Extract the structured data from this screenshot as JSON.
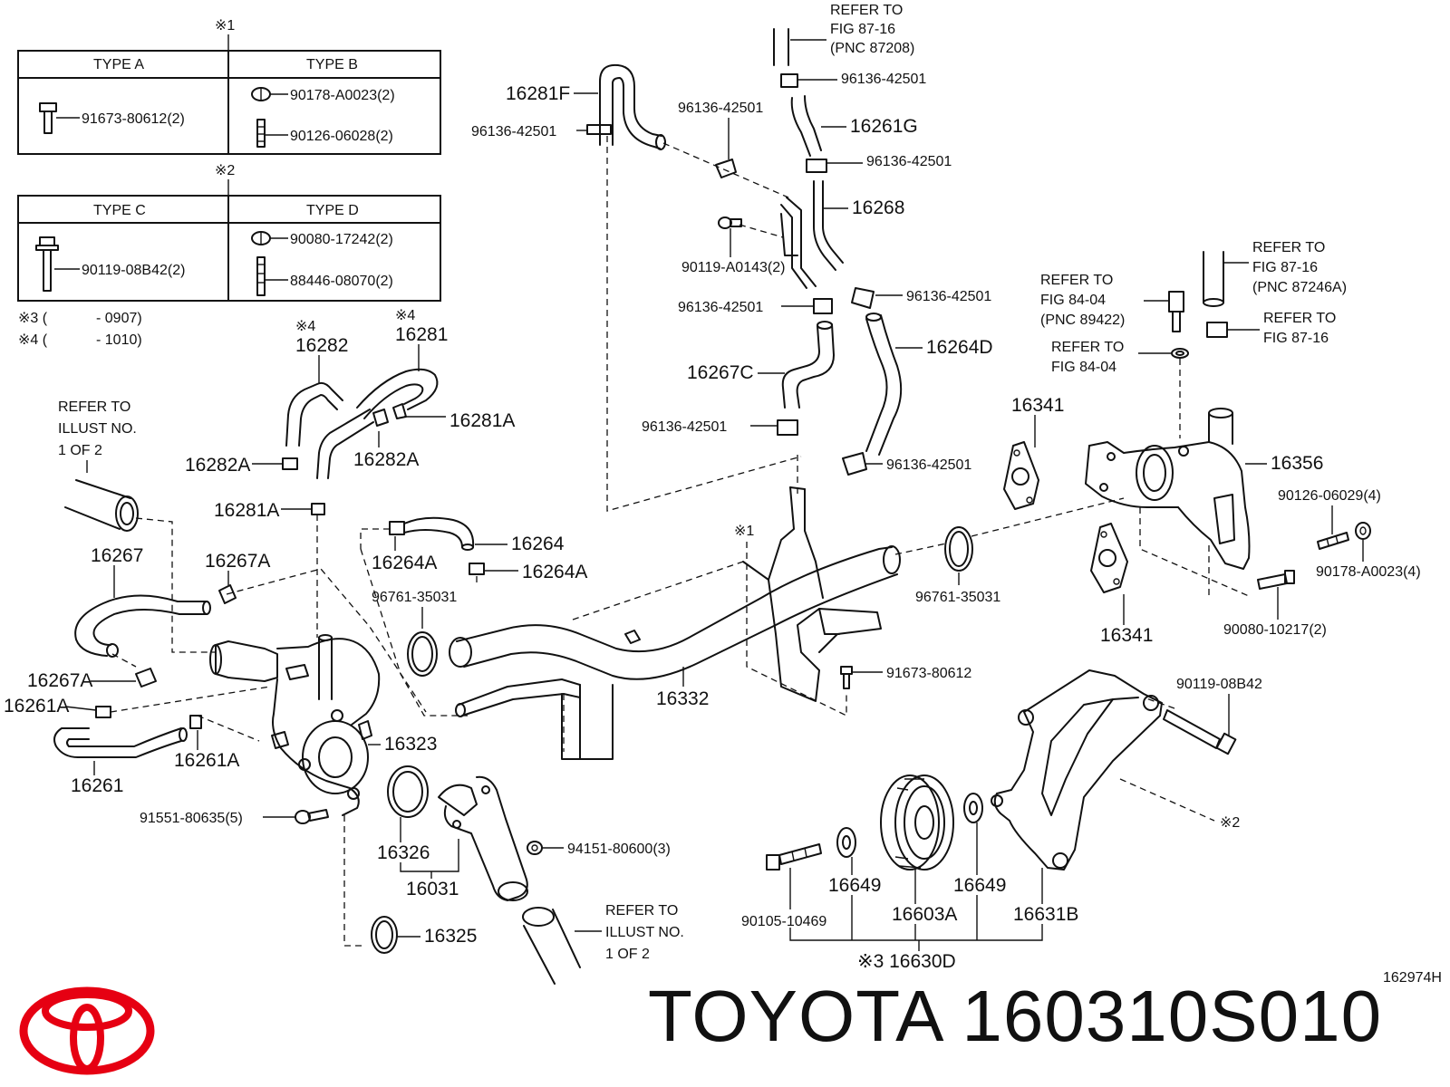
{
  "legend": {
    "note1": "※1",
    "note2": "※2",
    "type_a": "TYPE A",
    "type_b": "TYPE B",
    "type_c": "TYPE C",
    "type_d": "TYPE D",
    "a_part": "91673-80612(2)",
    "b_part1": "90178-A0023(2)",
    "b_part2": "90126-06028(2)",
    "c_part": "90119-08B42(2)",
    "d_part1": "90080-17242(2)",
    "d_part2": "88446-08070(2)",
    "note3_mark": "※3 (",
    "note3_val": "- 0907)",
    "note4_mark": "※4 (",
    "note4_val": "- 1010)"
  },
  "labels": {
    "refer_87_16_a": [
      "REFER TO",
      "FIG 87-16",
      "(PNC 87208)"
    ],
    "refer_84_04_a": [
      "REFER TO",
      "FIG 84-04",
      "(PNC 89422)"
    ],
    "refer_87_16_b": [
      "REFER TO",
      "FIG 87-16",
      "(PNC 87246A)"
    ],
    "refer_87_16_c": [
      "REFER TO",
      "FIG 87-16"
    ],
    "refer_84_04_b": [
      "REFER TO",
      "FIG 84-04"
    ],
    "refer_illust_a": [
      "REFER TO",
      "ILLUST NO.",
      "1 OF 2"
    ],
    "refer_illust_b": [
      "REFER TO",
      "ILLUST NO.",
      "1 OF 2"
    ],
    "p16281F": "16281F",
    "p96136_a": "96136-42501",
    "p96136_b": "96136-42501",
    "p96136_c": "96136-42501",
    "p96136_d": "96136-42501",
    "p96136_e": "96136-42501",
    "p96136_f": "96136-42501",
    "p96136_g": "96136-42501",
    "p96136_h": "96136-42501",
    "p16261G": "16261G",
    "p16268": "16268",
    "p90119_A0143": "90119-A0143(2)",
    "p16267C": "16267C",
    "p16264D": "16264D",
    "star4_a": "※4",
    "star4_b": "※4",
    "p16282": "16282",
    "p16281": "16281",
    "p16281A_a": "16281A",
    "p16281A_b": "16281A",
    "p16282A_a": "16282A",
    "p16282A_b": "16282A",
    "p16267": "16267",
    "p16267A_a": "16267A",
    "p16267A_b": "16267A",
    "p16261A_a": "16261A",
    "p16261A_b": "16261A",
    "p16261": "16261",
    "p16264": "16264",
    "p16264A_a": "16264A",
    "p16264A_b": "16264A",
    "p96761_a": "96761-35031",
    "p96761_b": "96761-35031",
    "star1": "※1",
    "star2": "※2",
    "p16341_a": "16341",
    "p16341_b": "16341",
    "p16356": "16356",
    "p90126_06029": "90126-06029(4)",
    "p90178_A0023": "90178-A0023(4)",
    "p90080_10217": "90080-10217(2)",
    "p16332": "16332",
    "p91673_80612": "91673-80612",
    "p90119_08B42": "90119-08B42",
    "p16323": "16323",
    "p91551": "91551-80635(5)",
    "p16326": "16326",
    "p16031": "16031",
    "p94151": "94151-80600(3)",
    "p16325": "16325",
    "p90105": "90105-10469",
    "p16649_a": "16649",
    "p16649_b": "16649",
    "p16603A": "16603A",
    "p16631B": "16631B",
    "p16630D": "※3 16630D",
    "fig_code": "162974H"
  },
  "brand": {
    "title": "TOYOTA 160310S010",
    "logo_color": "#e60012"
  }
}
